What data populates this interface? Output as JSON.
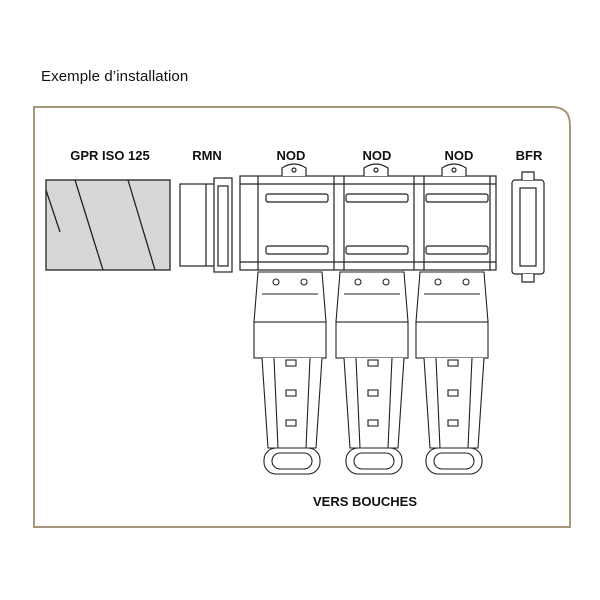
{
  "title": "Exemple d’installation",
  "labels": {
    "gpr": "GPR ISO 125",
    "rmn": "RMN",
    "nod_1": "NOD",
    "nod_2": "NOD",
    "nod_3": "NOD",
    "bfr": "BFR",
    "bottom": "VERS BOUCHES"
  },
  "colors": {
    "frame": "#a8977a",
    "insulation_fill": "#d7d7d7",
    "line": "#222222"
  }
}
